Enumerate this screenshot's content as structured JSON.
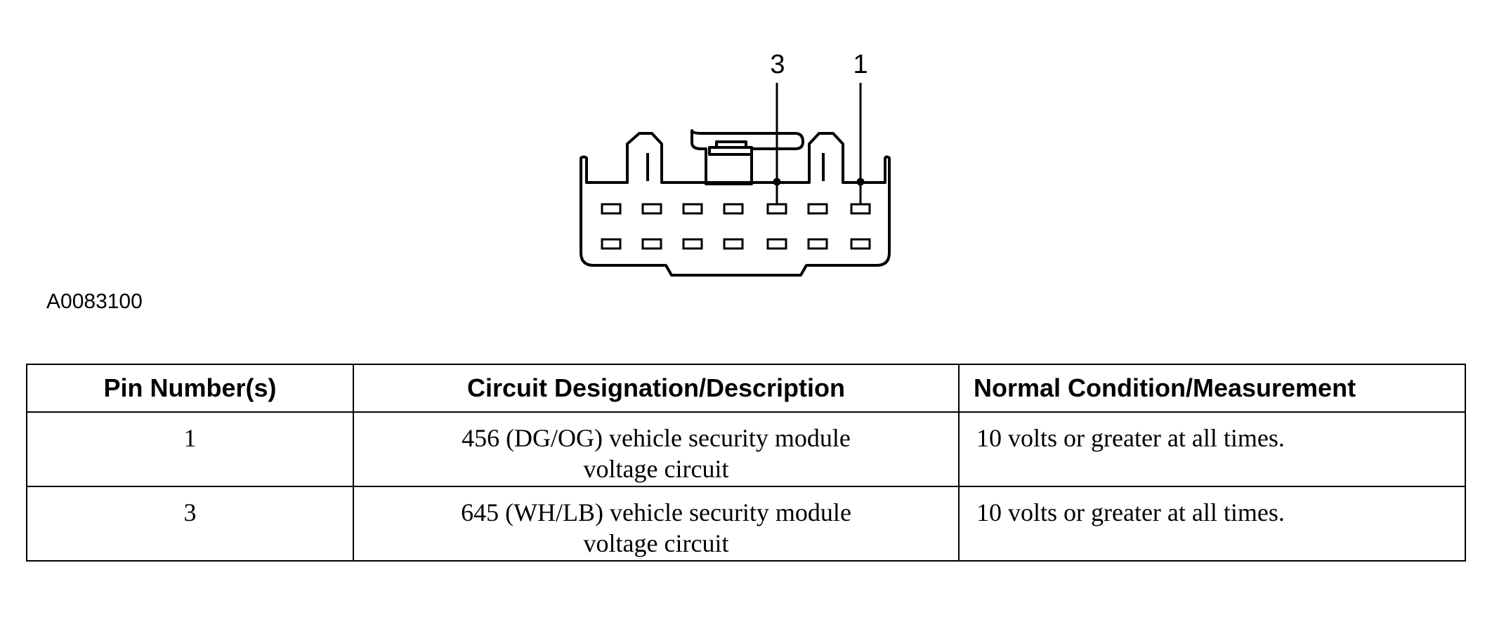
{
  "diagram": {
    "pin_labels": [
      "3",
      "1"
    ],
    "figure_id": "A0083100"
  },
  "table": {
    "headers": [
      "Pin Number(s)",
      "Circuit Designation/Description",
      "Normal Condition/Measurement"
    ],
    "rows": [
      {
        "pin": "1",
        "description": [
          "456 (DG/OG) vehicle security module",
          "voltage circuit"
        ],
        "condition": "10 volts or greater at all times."
      },
      {
        "pin": "3",
        "description": [
          "645 (WH/LB) vehicle security module",
          "voltage circuit"
        ],
        "condition": "10 volts or greater at all times."
      }
    ]
  }
}
